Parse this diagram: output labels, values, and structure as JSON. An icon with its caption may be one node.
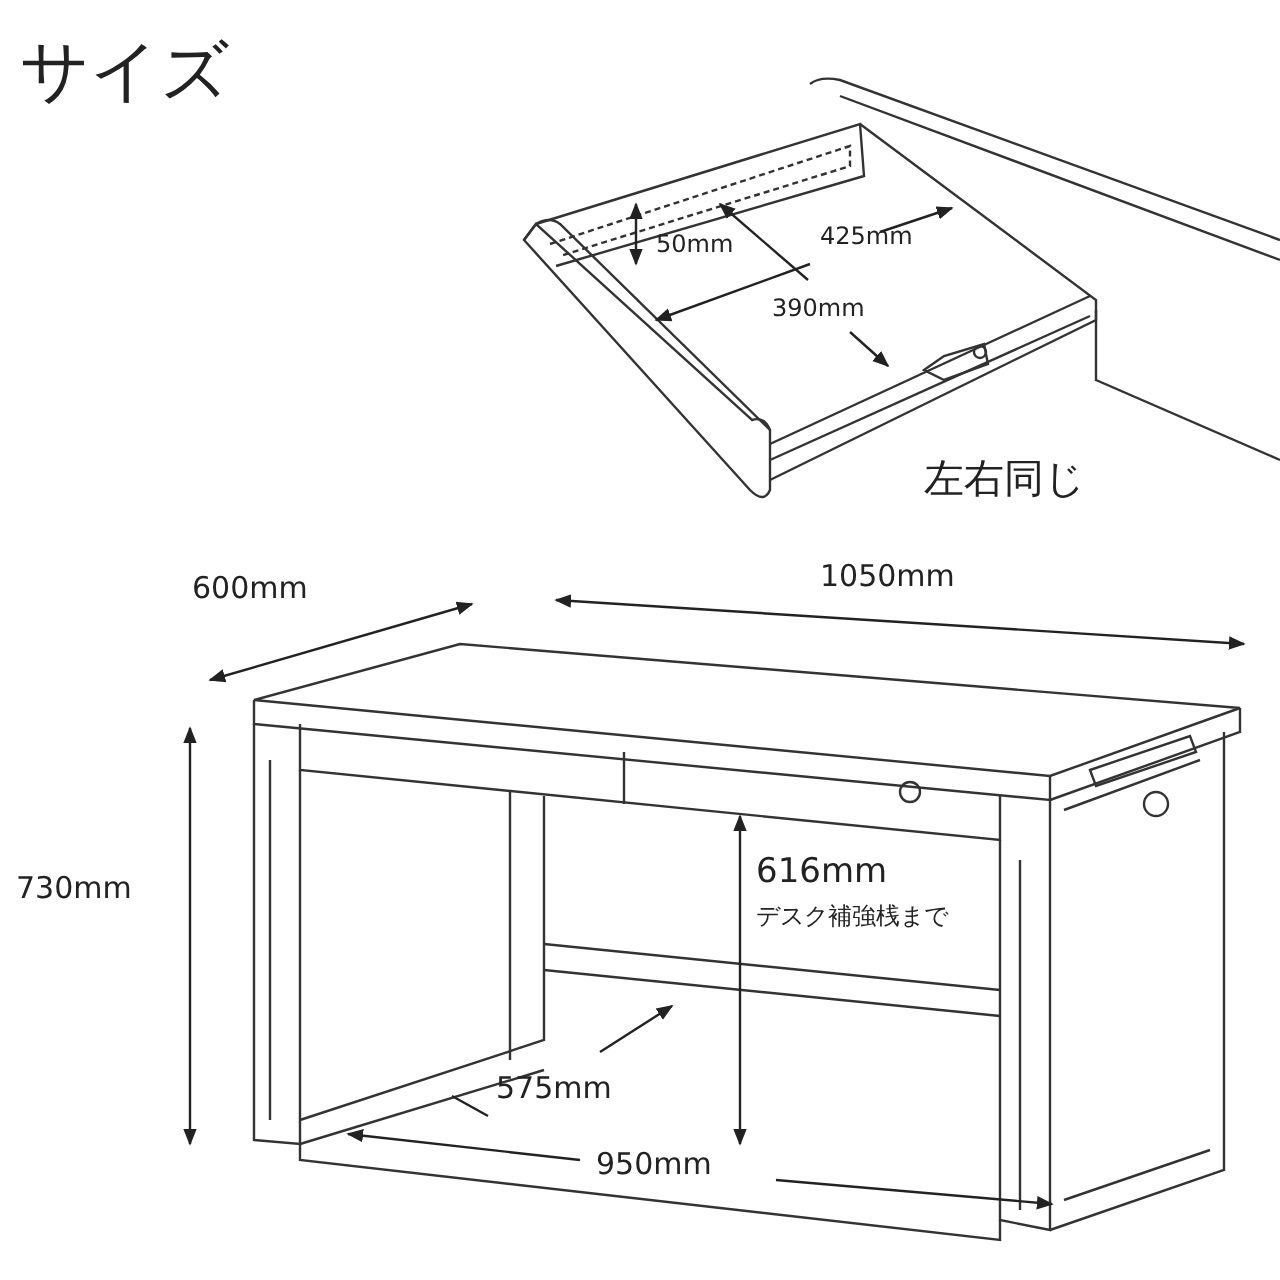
{
  "diagram": {
    "title": "サイズ",
    "labels": [
      "50mm",
      "425mm",
      "390mm",
      "左右同じ",
      "600mm",
      "1050mm",
      "730mm",
      "616mm",
      "デスク補強桟まで",
      "575mm",
      "950mm"
    ]
  }
}
